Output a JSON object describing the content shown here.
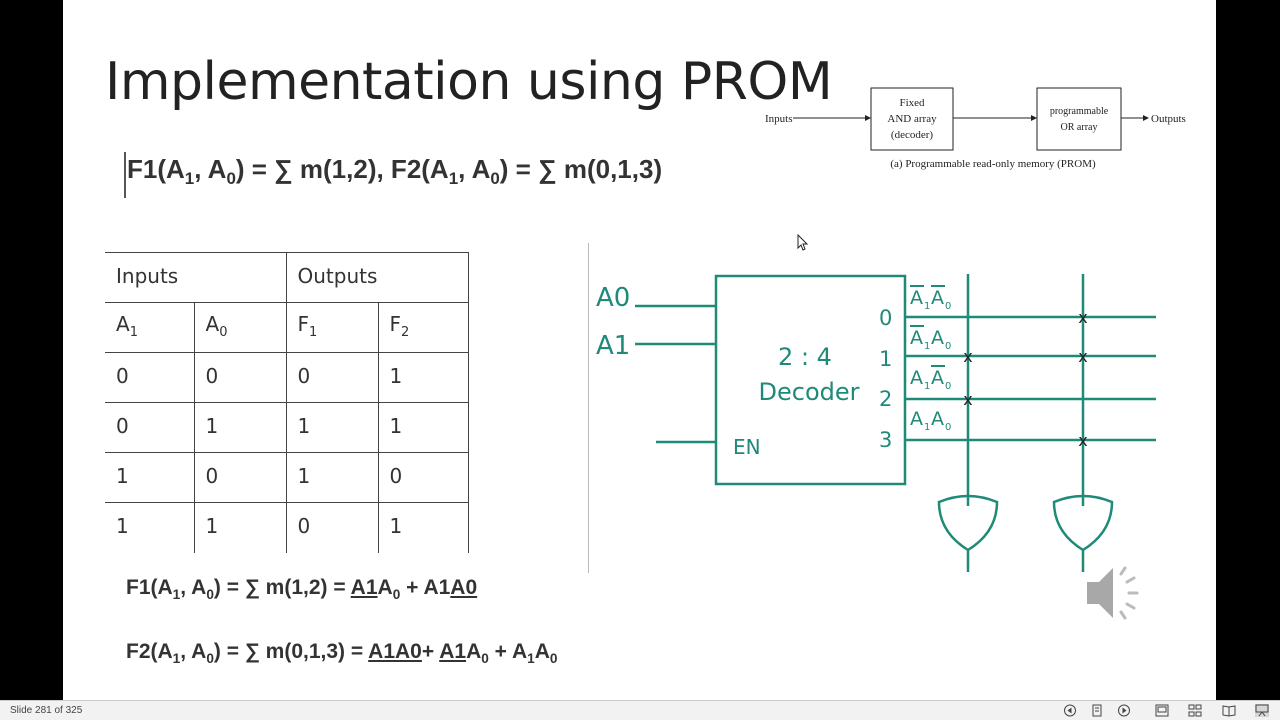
{
  "slide": {
    "title": "Implementation using PROM"
  },
  "equations": {
    "top": {
      "f1_name": "F1(A",
      "f1_mid": ", A",
      "f1_rhs": ") = ∑ m(1,2), F2(A",
      "f2_mid": ", A",
      "f2_rhs": ") = ∑ m(0,1,3)"
    },
    "f1": {
      "lhs_a": "F1(A",
      "lhs_b": ", A",
      "lhs_c": ") = ∑ m(1,2) = ",
      "t1": "A1",
      "t1b": "A",
      "plus": " + A1",
      "t2": "A0"
    },
    "f2": {
      "lhs_a": "F2(A",
      "lhs_b": ", A",
      "lhs_c": ") = ∑ m(0,1,3) = ",
      "t1": "A1A0",
      "plus1": "+ ",
      "t2": "A1",
      "t2b": "A",
      "plus2": " + A",
      "t3": "A"
    }
  },
  "truth_table": {
    "group_inputs": "Inputs",
    "group_outputs": "Outputs",
    "headers": [
      "A",
      "A",
      "F",
      "F"
    ],
    "header_subs": [
      "1",
      "0",
      "1",
      "2"
    ],
    "rows": [
      [
        "0",
        "0",
        "0",
        "1"
      ],
      [
        "0",
        "1",
        "1",
        "1"
      ],
      [
        "1",
        "0",
        "1",
        "0"
      ],
      [
        "1",
        "1",
        "0",
        "1"
      ]
    ]
  },
  "prom_block": {
    "inputs_label": "Inputs",
    "and_array_lines": [
      "Fixed",
      "AND array",
      "(decoder)"
    ],
    "or_array_lines": [
      "programmable",
      "OR array"
    ],
    "outputs_label": "Outputs",
    "caption": "(a) Programmable read-only memory (PROM)"
  },
  "circuit": {
    "input_a0": "A0",
    "input_a1": "A1",
    "decoder_line1": "2 : 4",
    "decoder_line2": "Decoder",
    "enable": "EN",
    "output_numbers": [
      "0",
      "1",
      "2",
      "3"
    ],
    "minterm_labels": [
      "A",
      "A",
      "A",
      "A"
    ],
    "x_mark": "x",
    "color": "#1f8a78"
  },
  "statusbar": {
    "slide_counter": "Slide 281 of 325"
  }
}
